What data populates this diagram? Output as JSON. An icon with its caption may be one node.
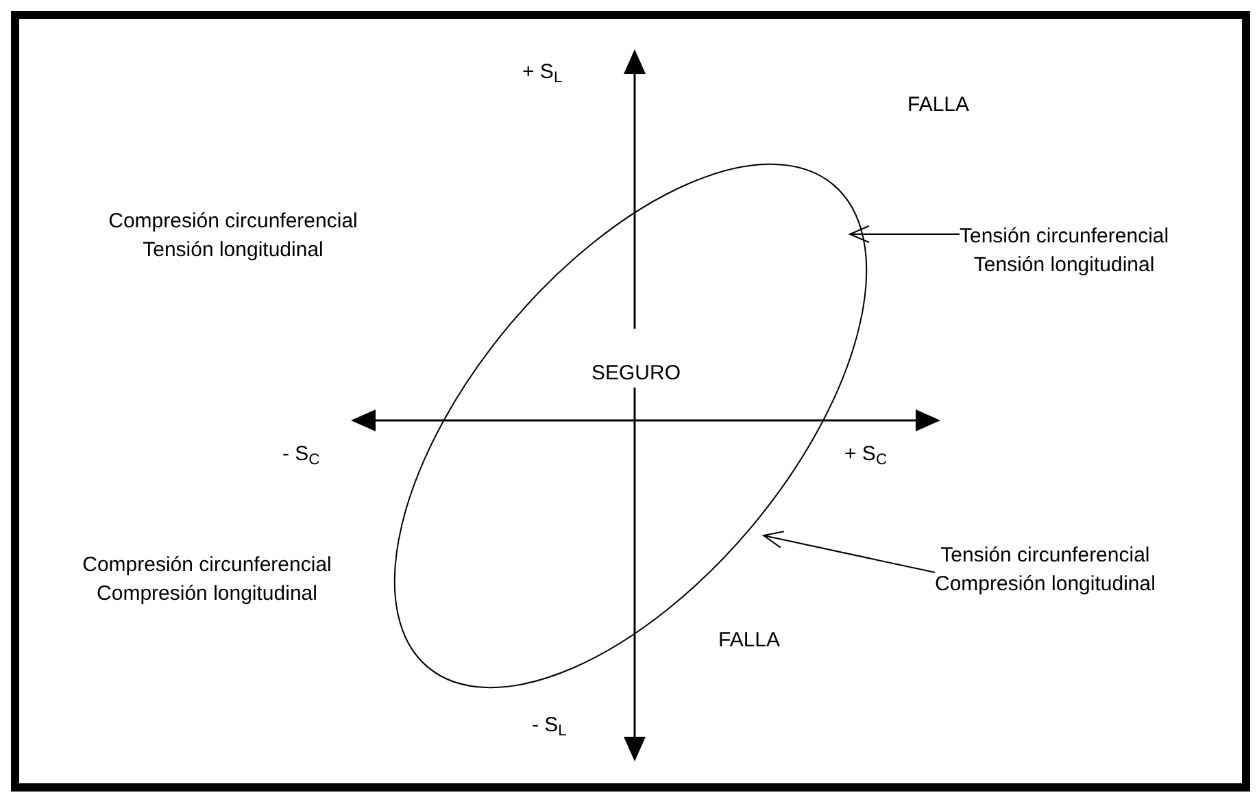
{
  "diagram": {
    "nodes": [
      {
        "text": [
          "SEGURO"
        ]
      },
      {
        "text": [
          "Tensión circunferencial",
          "Tensión longitudinal"
        ]
      },
      {
        "text": [
          "Tensión circunferencial",
          "Compresión longitudinal"
        ]
      }
    ],
    "edges": [
      {
        "from": 1,
        "to": 0,
        "arrow": "to"
      },
      {
        "from": 2,
        "to": 0,
        "arrow": "to"
      }
    ],
    "labels": [
      "+ S$_{L}$",
      "FALLA",
      "Compresión circunferencial",
      "Tensión longitudinal",
      "- S$_{C}$",
      "+ S$_{C}$",
      "Compresión circunferencial",
      "Compresión longitudinal",
      "FALLA",
      "- S$_{L}$"
    ]
  }
}
